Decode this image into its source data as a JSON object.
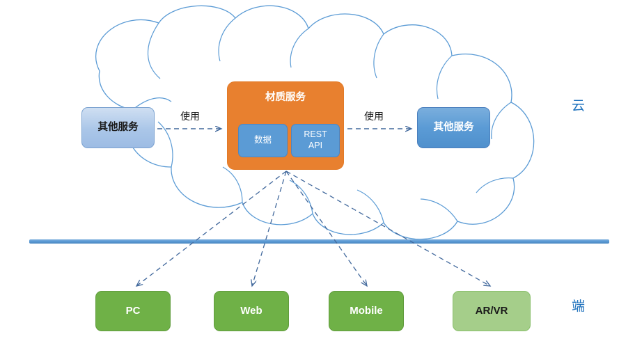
{
  "diagram": {
    "title": "Cloud material service architecture",
    "colors": {
      "cloud_outline": "#5b9bd5",
      "core_orange": "#e8802f",
      "service_blue": "#5b9bd5",
      "service_pale_blue": "#aac6e8",
      "client_green": "#6fb147",
      "client_green_light": "#a5ce8a",
      "divider_blue": "#5b9bd5",
      "zone_label_blue": "#1f72bd",
      "arrow_blue": "#41689c"
    }
  },
  "zones": {
    "cloud_label": "云",
    "device_label": "端"
  },
  "cloud": {
    "name": "cloud-boundary"
  },
  "nodes": {
    "service_left": {
      "label": "其他服务"
    },
    "service_right": {
      "label": "其他服务"
    },
    "core": {
      "title": "材质服务",
      "components": [
        {
          "label": "数据"
        },
        {
          "label": "REST\nAPI",
          "line1": "REST",
          "line2": "API"
        }
      ]
    },
    "clients": [
      {
        "label": "PC"
      },
      {
        "label": "Web"
      },
      {
        "label": "Mobile"
      },
      {
        "label": "AR/VR"
      }
    ]
  },
  "edges": {
    "left_to_core": {
      "label": "使用"
    },
    "core_to_right": {
      "label": "使用"
    },
    "core_to_clients": [
      {
        "target": "PC"
      },
      {
        "target": "Web"
      },
      {
        "target": "Mobile"
      },
      {
        "target": "AR/VR"
      }
    ]
  },
  "divider": {
    "name": "cloud-device-divider"
  }
}
